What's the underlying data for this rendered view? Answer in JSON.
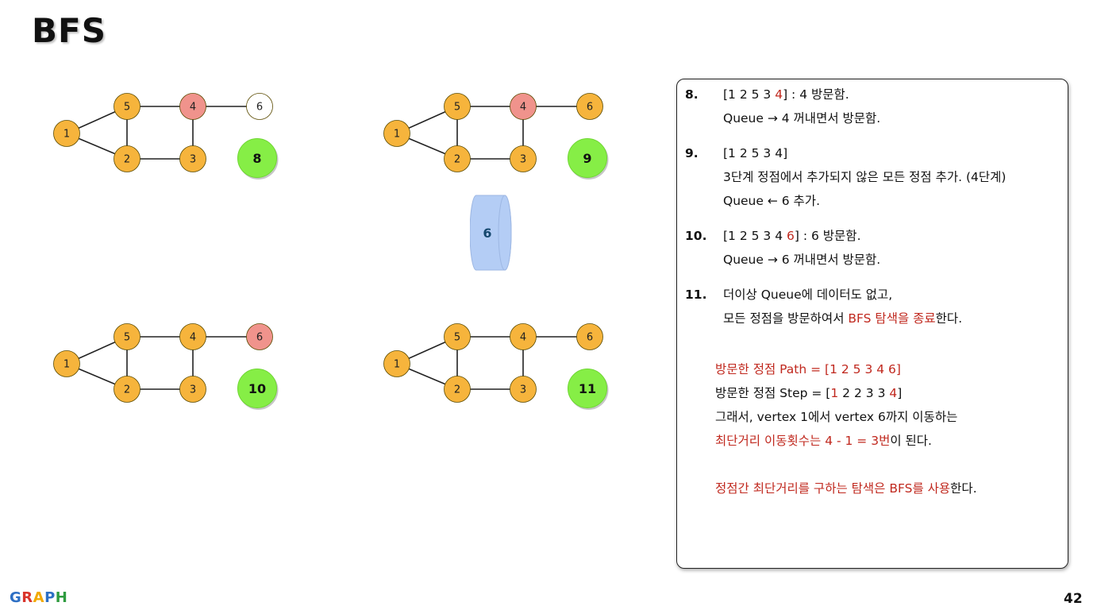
{
  "title": "BFS",
  "colors": {
    "unvisited": "#ffffff",
    "queued": "#f6b43c",
    "visiting": "#f0938c",
    "step_badge": "#86ee46",
    "queue_fill": "#b4cdf5",
    "accent_red": "#c0281e"
  },
  "graph": {
    "nodes": [
      "1",
      "2",
      "3",
      "4",
      "5",
      "6"
    ],
    "edges": [
      [
        "1",
        "5"
      ],
      [
        "1",
        "2"
      ],
      [
        "5",
        "2"
      ],
      [
        "5",
        "4"
      ],
      [
        "2",
        "3"
      ],
      [
        "4",
        "3"
      ],
      [
        "4",
        "6"
      ]
    ]
  },
  "panels": [
    {
      "step": "8",
      "states": {
        "1": "queued",
        "2": "queued",
        "3": "queued",
        "4": "visiting",
        "5": "queued",
        "6": "unvisited"
      }
    },
    {
      "step": "9",
      "states": {
        "1": "queued",
        "2": "queued",
        "3": "queued",
        "4": "visiting",
        "5": "queued",
        "6": "queued"
      }
    },
    {
      "step": "10",
      "states": {
        "1": "queued",
        "2": "queued",
        "3": "queued",
        "4": "queued",
        "5": "queued",
        "6": "visiting"
      }
    },
    {
      "step": "11",
      "states": {
        "1": "queued",
        "2": "queued",
        "3": "queued",
        "4": "queued",
        "5": "queued",
        "6": "queued"
      }
    }
  ],
  "queue": {
    "items": [
      "6"
    ]
  },
  "notes": {
    "steps": [
      {
        "num": "8.",
        "line1_pre": "[1 2 5 3 ",
        "line1_red": "4",
        "line1_post": "] : 4 방문함.",
        "line2": "Queue → 4 꺼내면서 방문함."
      },
      {
        "num": "9.",
        "line1": "[1 2 5 3 4]",
        "line2": "3단계 정점에서 추가되지 않은 모든 정점 추가. (4단계)",
        "line3": "Queue ← 6 추가."
      },
      {
        "num": "10.",
        "line1_pre": "[1 2 5 3 4 ",
        "line1_red": "6",
        "line1_post": "] : 6 방문함.",
        "line2": "Queue → 6 꺼내면서 방문함."
      },
      {
        "num": "11.",
        "line1": "더이상 Queue에 데이터도 없고,",
        "line2_pre": "모든 정점을 방문하여서 ",
        "line2_red": "BFS 탐색을 종료",
        "line2_post": "한다."
      }
    ],
    "path_line": "방문한 정점 Path = [1 2 5 3 4 6]",
    "step_line_pre": "방문한 정점 Step = [",
    "step_values": [
      "1",
      "2",
      "2",
      "3",
      "3",
      "4"
    ],
    "step_line_post": "]",
    "vertex_line": "그래서, vertex 1에서 vertex 6까지 이동하는",
    "distance_red": "최단거리 이동횟수는 4 - 1 = 3번",
    "distance_post": "이 된다.",
    "final_red": "정점간 최단거리를 구하는 탐색은 BFS를 사용",
    "final_post": "한다."
  },
  "footer": {
    "logo_letters": [
      "G",
      "R",
      "A",
      "P",
      "H"
    ],
    "logo_colors": [
      "#2d6fc4",
      "#d9342b",
      "#f2a900",
      "#2d6fc4",
      "#2e9b3f"
    ],
    "page_number": "42"
  }
}
